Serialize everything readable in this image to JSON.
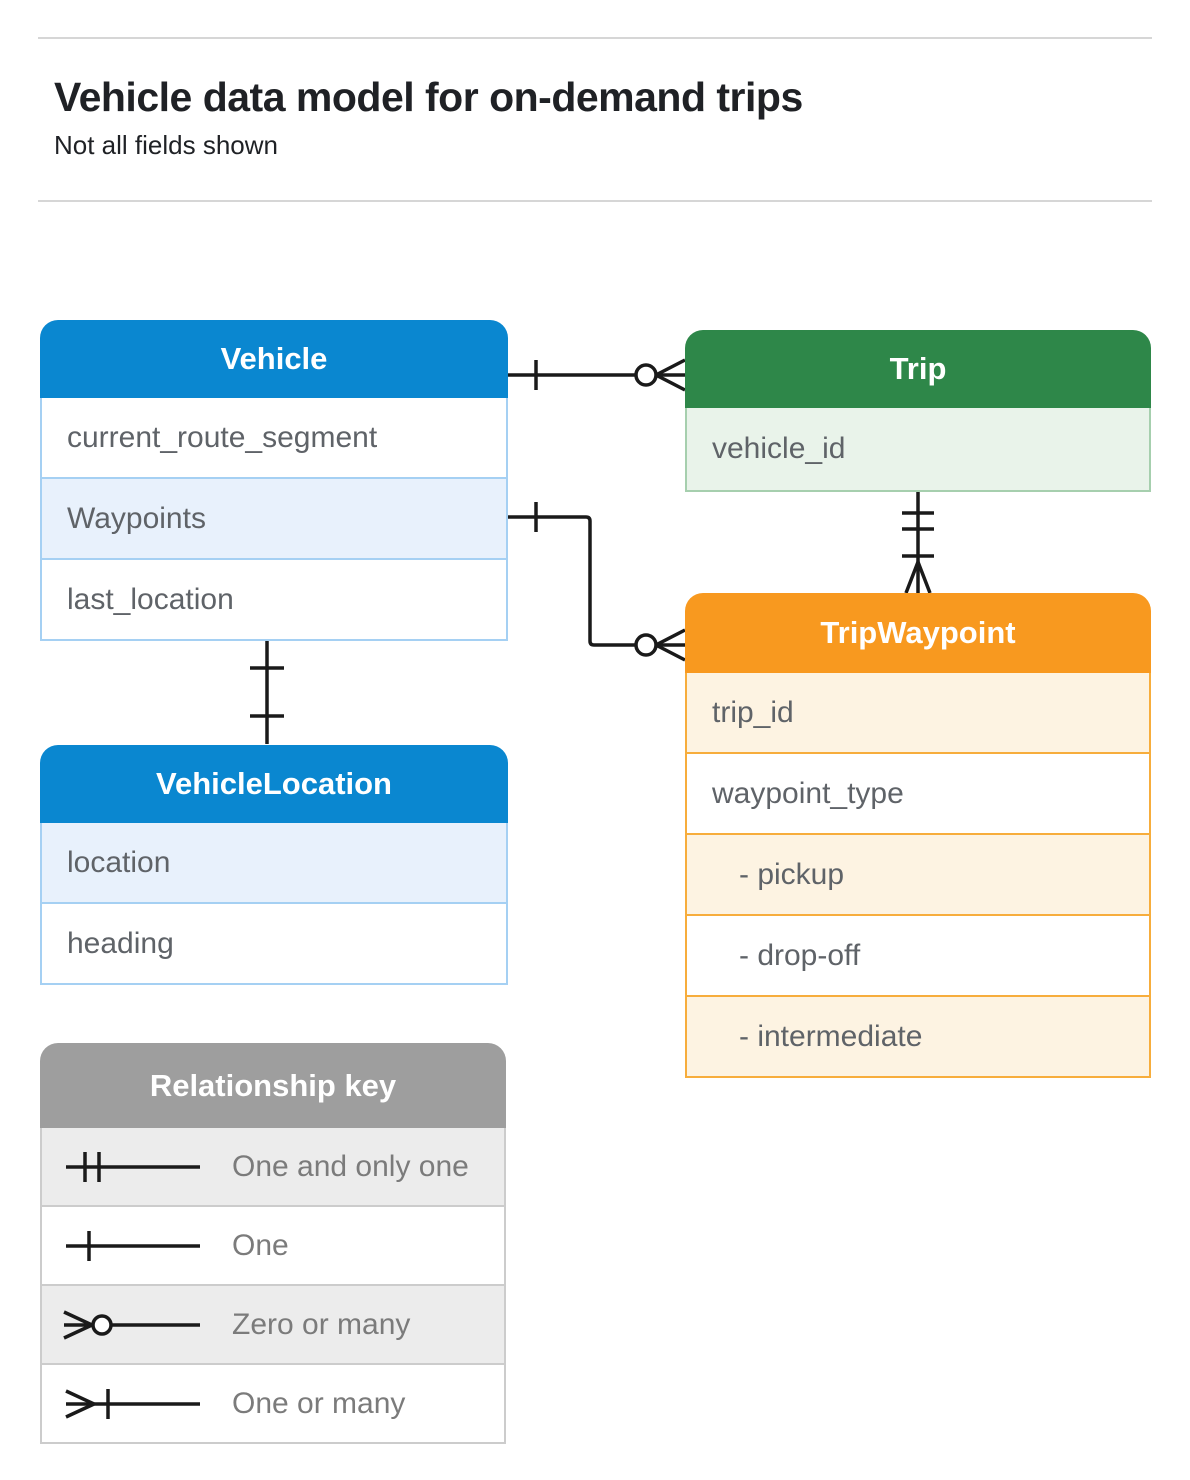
{
  "header": {
    "title": "Vehicle data model for on-demand trips",
    "subtitle": "Not all fields shown"
  },
  "colors": {
    "blue": "#0a87d0",
    "blue_light": "#e8f1fc",
    "blue_border": "#a5d0f3",
    "green": "#2e8749",
    "green_light": "#e9f3ea",
    "green_border": "#a6cfae",
    "orange": "#f8991f",
    "orange_light": "#fdf3e2",
    "orange_border": "#f7ad3c",
    "gray": "#9e9e9e",
    "gray_light": "#ececec",
    "gray_border": "#cccccc"
  },
  "tables": {
    "vehicle": {
      "title": "Vehicle",
      "rows": [
        "current_route_segment",
        "Waypoints",
        "last_location"
      ]
    },
    "trip": {
      "title": "Trip",
      "rows": [
        "vehicle_id"
      ]
    },
    "trip_waypoint": {
      "title": "TripWaypoint",
      "rows": [
        "trip_id",
        "waypoint_type",
        "- pickup",
        "- drop-off",
        "- intermediate"
      ]
    },
    "vehicle_location": {
      "title": "VehicleLocation",
      "rows": [
        "location",
        "heading"
      ]
    }
  },
  "legend": {
    "title": "Relationship key",
    "items": [
      {
        "symbol": "one-and-only-one",
        "label": "One and only one"
      },
      {
        "symbol": "one",
        "label": "One"
      },
      {
        "symbol": "zero-or-many",
        "label": "Zero or many"
      },
      {
        "symbol": "one-or-many",
        "label": "One or many"
      }
    ]
  },
  "relationships": [
    {
      "from": "Vehicle",
      "to": "Trip",
      "from_cardinality": "one",
      "to_cardinality": "zero-or-many"
    },
    {
      "from": "Vehicle.Waypoints",
      "to": "TripWaypoint",
      "from_cardinality": "one",
      "to_cardinality": "zero-or-many"
    },
    {
      "from": "Trip",
      "to": "TripWaypoint",
      "from_cardinality": "one-and-only-one",
      "to_cardinality": "one-or-many"
    },
    {
      "from": "Vehicle",
      "to": "VehicleLocation",
      "from_cardinality": "one",
      "to_cardinality": "one"
    }
  ]
}
